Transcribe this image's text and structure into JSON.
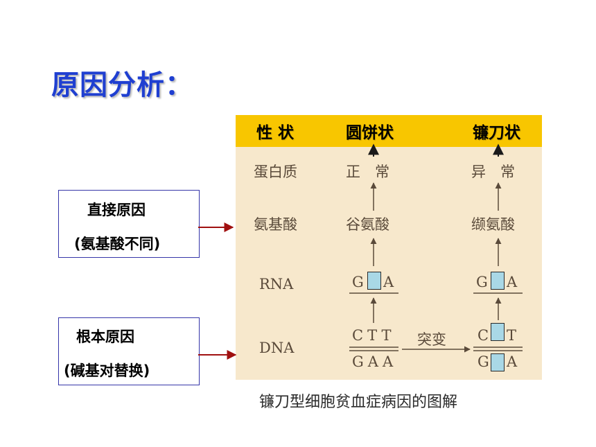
{
  "title": "原因分析：",
  "header": {
    "trait": "性 状",
    "normal": "圆饼状",
    "sickle": "镰刀状"
  },
  "rows": {
    "protein": {
      "label": "蛋白质",
      "normal": "正　常",
      "sickle": "异　常"
    },
    "amino": {
      "label": "氨基酸",
      "normal": "谷氨酸",
      "sickle": "缬氨酸"
    },
    "rna": {
      "label": "RNA",
      "normal_left": "G",
      "normal_right": "A",
      "sickle_left": "G",
      "sickle_right": "A"
    },
    "dna": {
      "label": "DNA",
      "normal_top": "CTT",
      "normal_bottom": "GAA",
      "mutation": "突变",
      "sickle_top_left": "C",
      "sickle_top_right": "T",
      "sickle_bottom_left": "G",
      "sickle_bottom_right": "A"
    }
  },
  "caption": "镰刀型细胞贫血症病因的图解",
  "direct": {
    "line1": "直接原因",
    "line2": "(氨基酸不同)"
  },
  "root": {
    "line1": "根本原因",
    "line2": "(碱基对替换)"
  },
  "colors": {
    "title": "#1f3fd1",
    "header_bg": "#f8c600",
    "panel_bg": "#f7e8cc",
    "box_fill": "#a9d8e6",
    "arrow_red": "#a01010"
  }
}
